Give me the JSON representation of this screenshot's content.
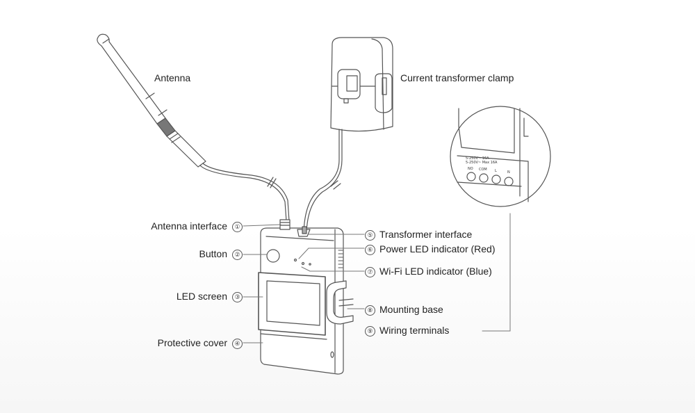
{
  "diagram": {
    "title_labels": {
      "antenna": "Antenna",
      "clamp": "Current transformer clamp"
    },
    "callouts_left": [
      {
        "number": "①",
        "label": "Antenna interface"
      },
      {
        "number": "②",
        "label": "Button"
      },
      {
        "number": "③",
        "label": "LED screen"
      },
      {
        "number": "④",
        "label": "Protective cover"
      }
    ],
    "callouts_right": [
      {
        "number": "⑤",
        "label": "Transformer interface"
      },
      {
        "number": "⑥",
        "label": "Power LED indicator (Red)"
      },
      {
        "number": "⑦",
        "label": "Wi-Fi LED indicator (Blue)"
      },
      {
        "number": "⑧",
        "label": "Mounting base"
      },
      {
        "number": "⑨",
        "label": "Wiring terminals"
      }
    ],
    "detail_view": {
      "terminal_labels": [
        "NO",
        "COM",
        "L",
        "N"
      ],
      "rating_text": [
        "5-250V~ 16A",
        "5-250V~ Max 16A"
      ]
    },
    "colors": {
      "line": "#555555",
      "text": "#222222",
      "background": "#ffffff"
    }
  }
}
